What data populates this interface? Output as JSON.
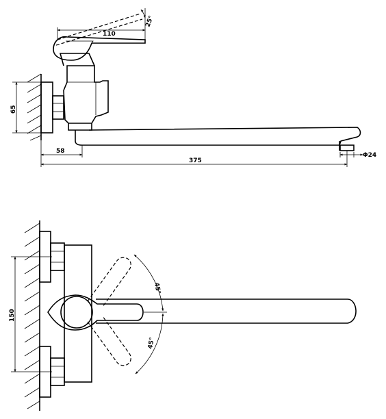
{
  "side_view": {
    "dimensions": {
      "handle_length": "110",
      "handle_angle": "25°",
      "height": "65",
      "outlet_offset": "58",
      "total_length": "375",
      "outlet_diameter": "Φ24"
    }
  },
  "front_view": {
    "dimensions": {
      "mount_spacing": "150",
      "rotation_upper": "45°",
      "rotation_lower": "45°"
    }
  }
}
